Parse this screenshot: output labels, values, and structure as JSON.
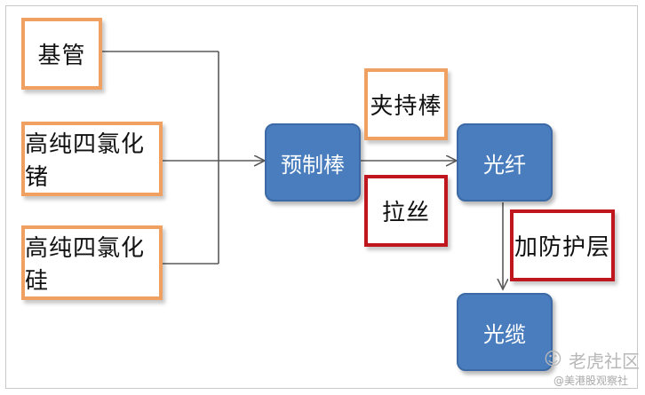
{
  "inputs": [
    "基管",
    "高纯四氯化锗",
    "高纯四氯化硅"
  ],
  "preform": "预制棒",
  "clamp_rod": "夹持棒",
  "fiber": "光纤",
  "drawing": "拉丝",
  "protective_layer": "加防护层",
  "cable": "光缆",
  "watermark": {
    "logo_icon": "tiger-logo-icon",
    "line1": "老虎社区",
    "line2": "@美港股观察社"
  },
  "colors": {
    "node_fill": "#4a7dbd",
    "orange_border": "#f0a060",
    "red_border": "#c0171f",
    "line": "#5a5a5a"
  }
}
